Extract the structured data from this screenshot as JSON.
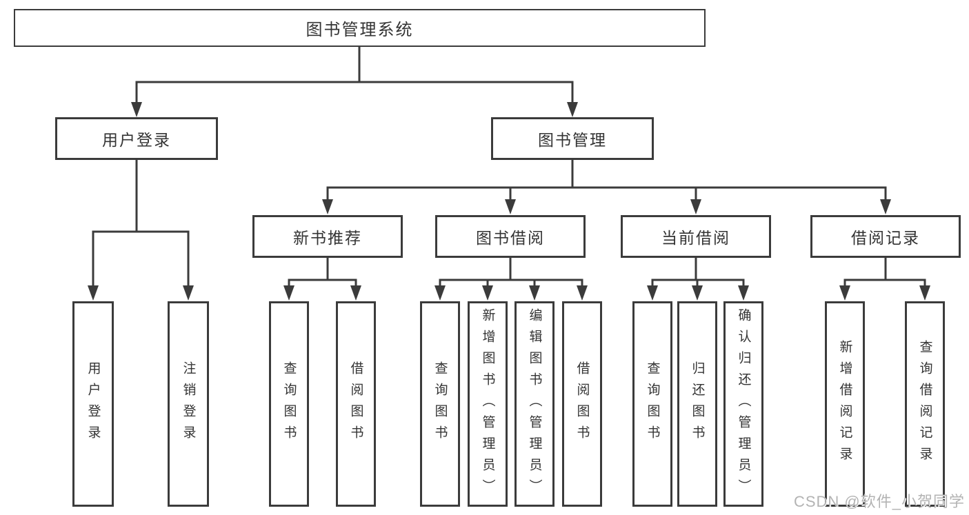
{
  "colors": {
    "line": "#3b3b3b",
    "text": "#333333",
    "watermark": "#b3b3b3",
    "background": "#ffffff"
  },
  "diagram": {
    "root": "图书管理系统",
    "user_branch": {
      "label": "用户登录",
      "children": [
        "用户登录",
        "注销登录"
      ]
    },
    "book_branch": {
      "label": "图书管理",
      "sections": [
        {
          "label": "新书推荐",
          "children": [
            "查询图书",
            "借阅图书"
          ]
        },
        {
          "label": "图书借阅",
          "children": [
            "查询图书",
            "新增图书（管理员）",
            "编辑图书（管理员）",
            "借阅图书"
          ]
        },
        {
          "label": "当前借阅",
          "children": [
            "查询图书",
            "归还图书",
            "确认归还（管理员）"
          ]
        },
        {
          "label": "借阅记录",
          "children": [
            "新增借阅记录",
            "查询借阅记录"
          ]
        }
      ]
    }
  },
  "watermark": "CSDN @软件_小贺同学"
}
